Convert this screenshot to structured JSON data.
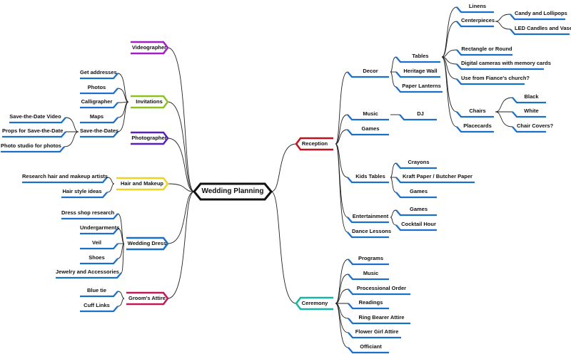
{
  "colors": {
    "leaf": "#1a6fc9",
    "edge": "#222222",
    "center": "#111111"
  },
  "center": {
    "label": "Wedding Planning"
  },
  "left": [
    {
      "label": "Videographer",
      "color": "#a21fc4",
      "children": []
    },
    {
      "label": "Invitations",
      "color": "#8cc21f",
      "children": [
        {
          "label": "Get addresses"
        },
        {
          "label": "Photos"
        },
        {
          "label": "Calligrapher"
        },
        {
          "label": "Maps"
        },
        {
          "label": "Save-the-Dates",
          "children": [
            {
              "label": "Save-the-Date Video"
            },
            {
              "label": "Props for Save-the-Date"
            },
            {
              "label": "Photo studio for photos"
            }
          ]
        }
      ]
    },
    {
      "label": "Photographer",
      "color": "#5a1fc2",
      "children": []
    },
    {
      "label": "Hair and Makeup",
      "color": "#f0d12a",
      "children": [
        {
          "label": "Research hair and makeup artists"
        },
        {
          "label": "Hair style ideas"
        }
      ]
    },
    {
      "label": "Wedding Dress",
      "color": "#1a6fc9",
      "children": [
        {
          "label": "Dress shop research"
        },
        {
          "label": "Undergarments"
        },
        {
          "label": "Veil"
        },
        {
          "label": "Shoes"
        },
        {
          "label": "Jewelry and Accessories"
        }
      ]
    },
    {
      "label": "Groom's Attire",
      "color": "#c2185b",
      "children": [
        {
          "label": "Blue tie"
        },
        {
          "label": "Cuff Links"
        }
      ]
    }
  ],
  "right": [
    {
      "label": "Reception",
      "color": "#c0141c",
      "children": [
        {
          "label": "Decor",
          "children": [
            {
              "label": "Tables",
              "children": [
                {
                  "label": "Linens"
                },
                {
                  "label": "Centerpieces",
                  "children": [
                    {
                      "label": "Candy and Lollipops"
                    },
                    {
                      "label": "LED Candles and Vases"
                    }
                  ]
                },
                {
                  "label": "Rectangle or Round"
                },
                {
                  "label": "Digital cameras with memory cards"
                },
                {
                  "label": "Use from Fiance's church?"
                },
                {
                  "label": "Chairs",
                  "children": [
                    {
                      "label": "Black"
                    },
                    {
                      "label": "White"
                    },
                    {
                      "label": "Chair Covers?"
                    }
                  ]
                },
                {
                  "label": "Placecards"
                }
              ]
            },
            {
              "label": "Heritage Wall"
            },
            {
              "label": "Paper Lanterns"
            }
          ]
        },
        {
          "label": "Music",
          "children": [
            {
              "label": "DJ"
            }
          ]
        },
        {
          "label": "Games"
        },
        {
          "label": "Kids Tables",
          "children": [
            {
              "label": "Crayons"
            },
            {
              "label": "Kraft Paper / Butcher Paper"
            },
            {
              "label": "Games"
            }
          ]
        },
        {
          "label": "Entertainment",
          "children": [
            {
              "label": "Games"
            },
            {
              "label": "Cocktail Hour"
            }
          ]
        },
        {
          "label": "Dance Lessons"
        }
      ]
    },
    {
      "label": "Ceremony",
      "color": "#17b3a3",
      "children": [
        {
          "label": "Programs"
        },
        {
          "label": "Music"
        },
        {
          "label": "Processional Order"
        },
        {
          "label": "Readings"
        },
        {
          "label": "Ring Bearer Attire"
        },
        {
          "label": "Flower Girl Attire"
        },
        {
          "label": "Officiant"
        }
      ]
    }
  ]
}
